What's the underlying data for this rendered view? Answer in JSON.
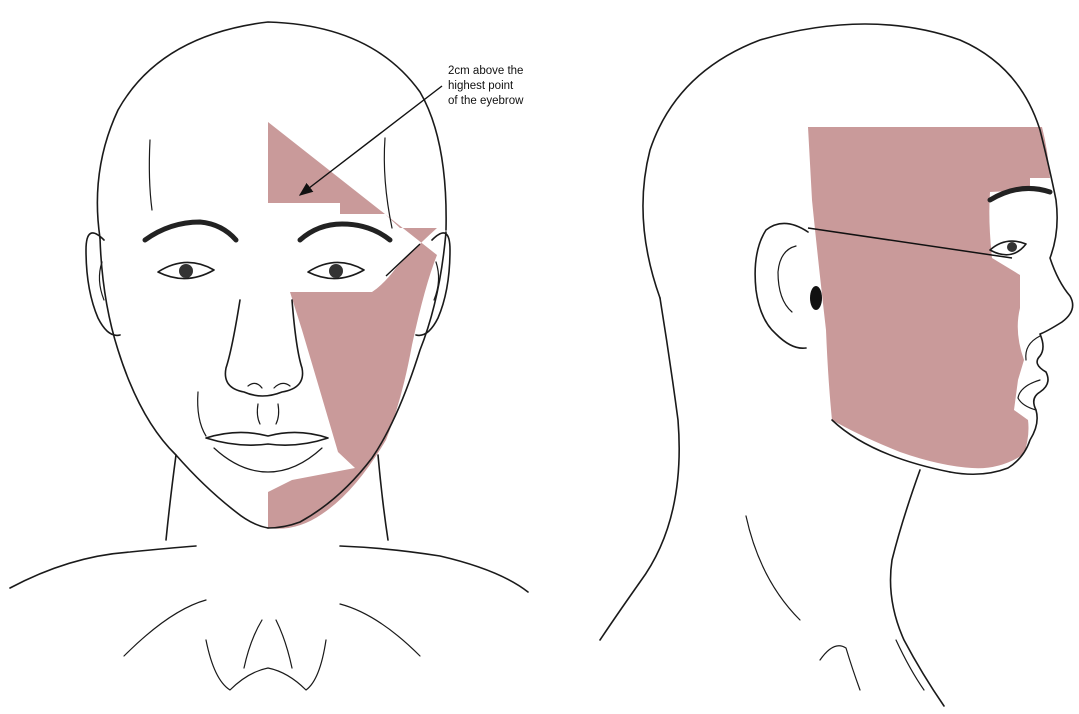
{
  "annotation": {
    "lines": [
      "2cm above the",
      "highest point",
      "of the eyebrow"
    ]
  },
  "colors": {
    "shaded_region": "#c99a9a",
    "outline": "#1a1a1a",
    "background": "#ffffff"
  },
  "views": [
    "front-view",
    "side-view"
  ]
}
